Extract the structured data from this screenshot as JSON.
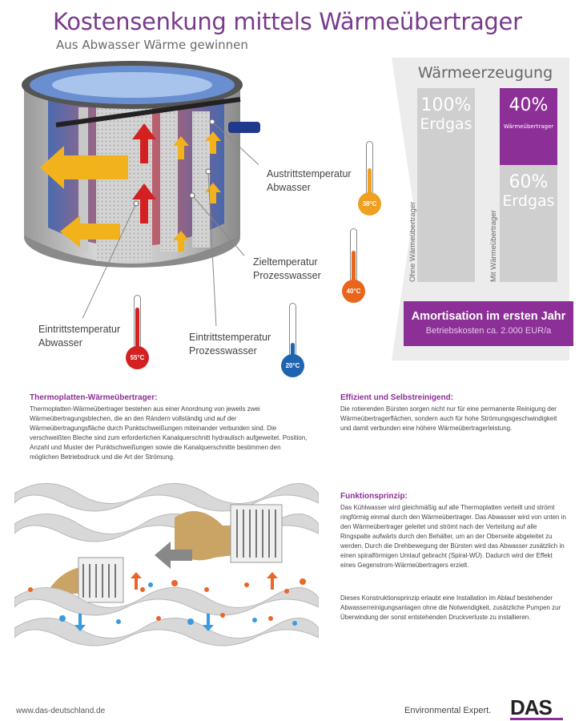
{
  "header": {
    "title": "Kostensenkung mittels Wärmeübertrager",
    "subtitle": "Aus Abwasser Wärme gewinnen"
  },
  "callouts": {
    "austritt": {
      "line1": "Austrittstemperatur",
      "line2": "Abwasser",
      "temp": "38°C"
    },
    "ziel": {
      "line1": "Zieltemperatur",
      "line2": "Prozesswasser",
      "temp": "40°C"
    },
    "eintritt_abwasser": {
      "line1": "Eintrittstemperatur",
      "line2": "Abwasser",
      "temp": "55°C"
    },
    "eintritt_prozess": {
      "line1": "Eintrittstemperatur",
      "line2": "Prozesswasser",
      "temp": "20°C"
    }
  },
  "heat_panel": {
    "title": "Wärmeerzeugung",
    "left_bar": {
      "percent": "100%",
      "label": "Erdgas",
      "axis_label": "Ohne Wärmeübertrager"
    },
    "right_bar_top": {
      "percent": "40%",
      "label": "Wärmeübertrager"
    },
    "right_bar_bottom": {
      "percent": "60%",
      "label": "Erdgas",
      "axis_label": "Mit Wärmeübertrager"
    },
    "amortisation": {
      "title": "Amortisation im ersten Jahr",
      "subtitle": "Betriebskosten ca. 2.000 EUR/a"
    }
  },
  "sections": {
    "thermoplatten": {
      "heading": "Thermoplatten-Wärmeübertrager:",
      "text": "Thermoplatten-Wärmeübertrager bestehen aus einer Anordnung von jeweils zwei Wärmeübertragungsblechen, die an den Rändern vollständig und auf der Wärmeübertragungsfläche durch Punktschweißungen miteinander verbunden sind. Die verschweißten Bleche sind zum erforderlichen Kanalquerschnitt hydraulisch aufgeweitet. Position, Anzahl und Muster der Punktschweißungen sowie die Kanalquerschnitte bestimmen den möglichen Betriebsdruck und die Art der Strömung."
    },
    "effizient": {
      "heading": "Effizient und Selbstreinigend:",
      "text": "Die rotierenden Bürsten sorgen nicht nur für eine permanente Reinigung der Wärmeübertragerflächen, sondern auch für hohe Strömungsgeschwindigkeit und damit verbunden eine höhere Wärmeübertragerleistung."
    },
    "funktion": {
      "heading": "Funktionsprinzip:",
      "text": "Das Kühlwasser wird gleichmäßig auf alle Thermoplatten verteilt und strömt ringförmig einmal durch den Wärmeübertrager. Das Abwasser wird von unten in den Wärmeübertrager geleitet und strömt nach der Verteilung auf alle Ringspalte aufwärts durch den Behälter, um an der Oberseite abgeleitet zu werden. Durch die Drehbewegung der Bürsten wird das Abwasser zusätzlich in einen spiralförmigen Umlauf gebracht (Spiral-WÜ). Dadurch wird der Effekt eines Gegenstrom-Wärmeübertragers erzielt.",
      "text2": "Dieses Konstruktionsprinzip erlaubt eine Installation im Ablauf bestehender Abwasserreinigungsanlagen ohne die Notwendigkeit, zusätzliche Pumpen zur Überwindung der sonst entstehenden Druckverluste zu installieren."
    }
  },
  "footer": {
    "url": "www.das-deutschland.de",
    "tagline": "Environmental Expert.",
    "logo": "DAS"
  },
  "colors": {
    "brand_purple": "#8c2f96",
    "gray_bar": "#cfcfcf",
    "hot_red": "#d42020",
    "orange": "#e8661c",
    "amber": "#f0a020",
    "cold_blue": "#1f64b0"
  }
}
